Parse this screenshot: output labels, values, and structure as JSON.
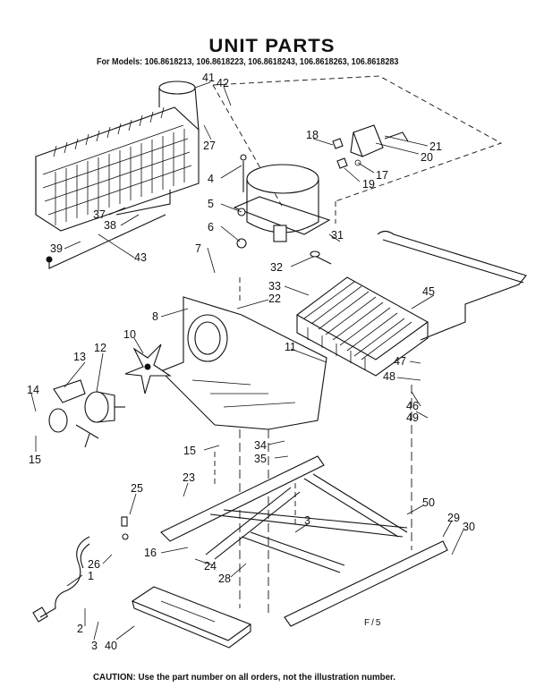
{
  "title": "UNIT PARTS",
  "models_line": "For Models: 106.8618213, 106.8618223, 106.8618243, 106.8618263, 106.8618283",
  "page_code": "F/5",
  "caution": "CAUTION: Use the part number on all orders, not the illustration number.",
  "callouts": [
    "41",
    "42",
    "27",
    "18",
    "21",
    "20",
    "17",
    "19",
    "4",
    "5",
    "6",
    "31",
    "7",
    "32",
    "33",
    "22",
    "45",
    "37",
    "38",
    "39",
    "43",
    "8",
    "11",
    "10",
    "12",
    "13",
    "47",
    "48",
    "46",
    "49",
    "14",
    "15",
    "15",
    "34",
    "35",
    "25",
    "23",
    "3",
    "50",
    "29",
    "30",
    "16",
    "24",
    "26",
    "28",
    "1",
    "2",
    "3",
    "40"
  ]
}
